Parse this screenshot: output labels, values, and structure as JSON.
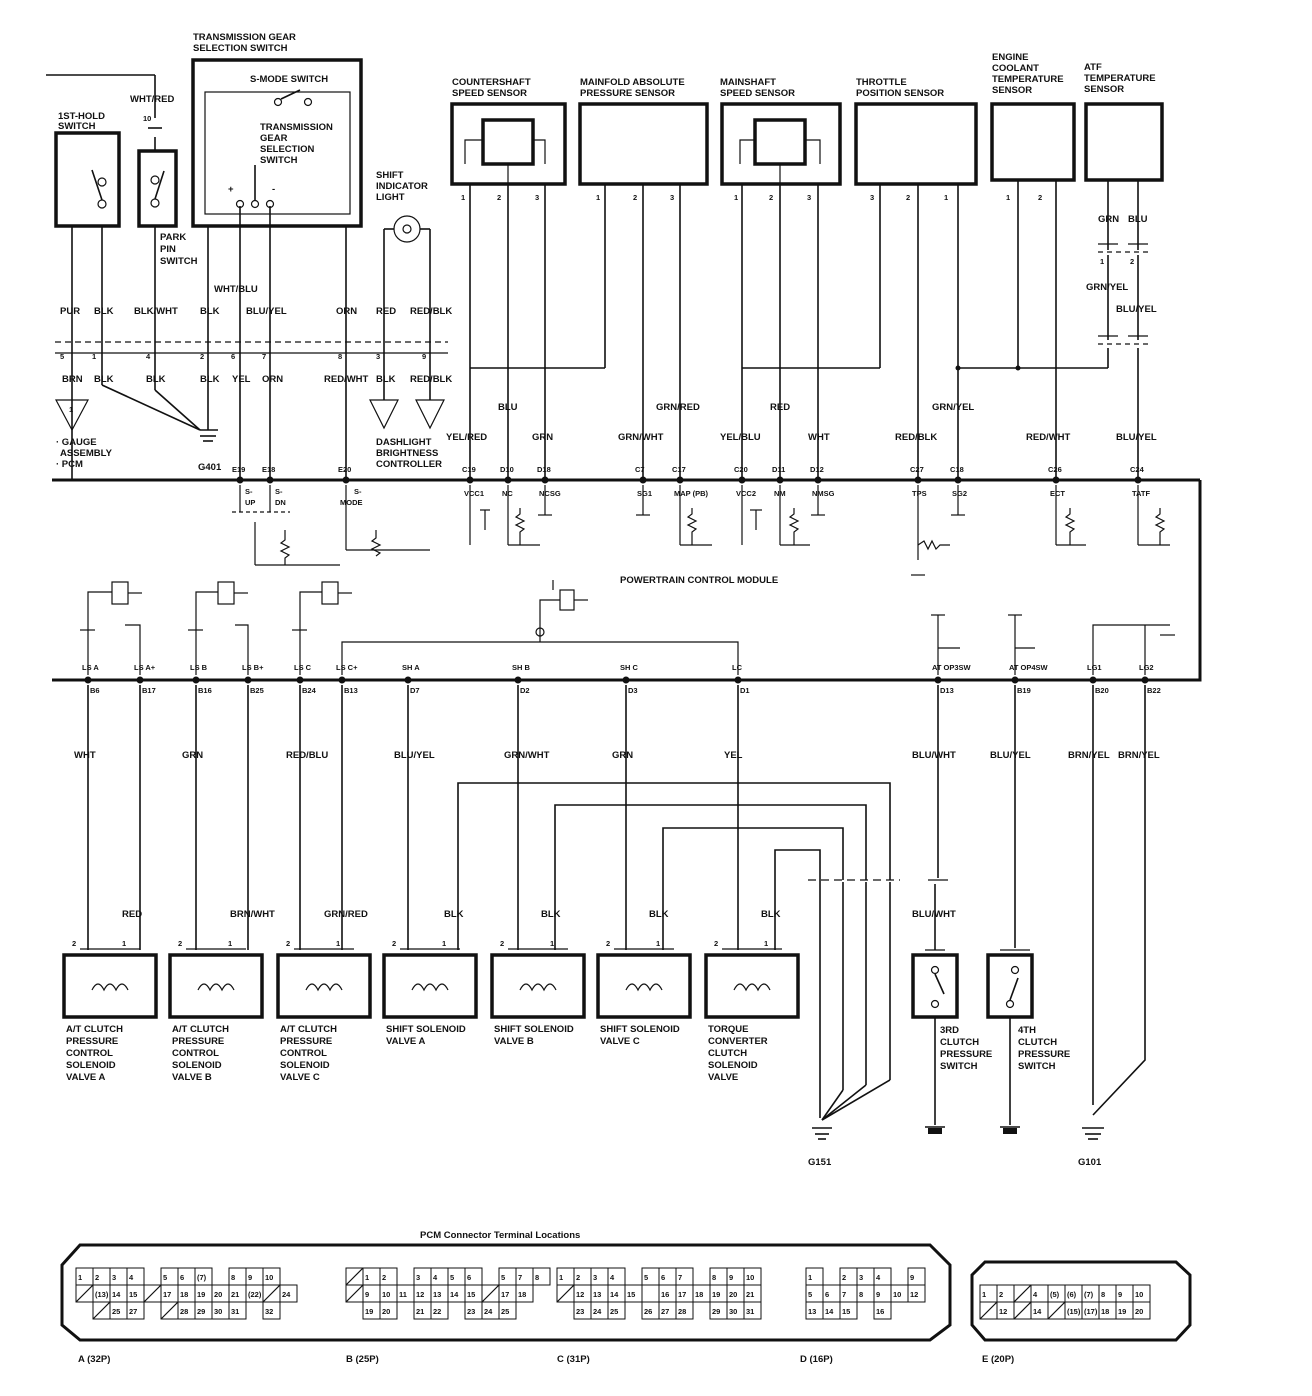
{
  "components": {
    "tgs_title": [
      "TRANSMISSION GEAR",
      "SELECTION SWITCH"
    ],
    "s_mode_switch": "S-MODE SWITCH",
    "tgs_inner": [
      "TRANSMISSION",
      "GEAR",
      "SELECTION",
      "SWITCH"
    ],
    "first_hold": [
      "1ST-HOLD",
      "SWITCH"
    ],
    "park_pin": [
      "PARK",
      "PIN",
      "SWITCH"
    ],
    "shift_light": [
      "SHIFT",
      "INDICATOR",
      "LIGHT"
    ],
    "countershaft": [
      "COUNTERSHAFT",
      "SPEED SENSOR"
    ],
    "map": [
      "MAINFOLD ABSOLUTE",
      "PRESSURE SENSOR"
    ],
    "mainshaft": [
      "MAINSHAFT",
      "SPEED SENSOR"
    ],
    "tps": [
      "THROTTLE",
      "POSITION SENSOR"
    ],
    "ect": [
      "ENGINE",
      "COOLANT",
      "TEMPERATURE",
      "SENSOR"
    ],
    "atf": [
      "ATF",
      "TEMPERATURE",
      "SENSOR"
    ],
    "gauge": [
      "· GAUGE",
      "ASSEMBLY",
      "· PCM"
    ],
    "dashlight": [
      "DASHLIGHT",
      "BRIGHTNESS",
      "CONTROLLER"
    ],
    "pcm": "POWERTRAIN CONTROL MODULE",
    "sol_lsa": [
      "A/T CLUTCH",
      "PRESSURE",
      "CONTROL",
      "SOLENOID",
      "VALVE A"
    ],
    "sol_lsb": [
      "A/T CLUTCH",
      "PRESSURE",
      "CONTROL",
      "SOLENOID",
      "VALVE B"
    ],
    "sol_lsc": [
      "A/T CLUTCH",
      "PRESSURE",
      "CONTROL",
      "SOLENOID",
      "VALVE C"
    ],
    "sol_sha": [
      "SHIFT SOLENOID",
      "VALVE A"
    ],
    "sol_shb": [
      "SHIFT SOLENOID",
      "VALVE B"
    ],
    "sol_shc": [
      "SHIFT SOLENOID",
      "VALVE C"
    ],
    "sol_lc": [
      "TORQUE",
      "CONVERTER",
      "CLUTCH",
      "SOLENOID",
      "VALVE"
    ],
    "sw_3rd": [
      "3RD",
      "CLUTCH",
      "PRESSURE",
      "SWITCH"
    ],
    "sw_4th": [
      "4TH",
      "CLUTCH",
      "PRESSURE",
      "SWITCH"
    ],
    "grounds": {
      "g401": "G401",
      "g151": "G151",
      "g101": "G101"
    },
    "gauge_num": "1"
  },
  "wires_top": {
    "wht_red": "WHT/RED",
    "wht_blu": "WHT/BLU",
    "upper": [
      "PUR",
      "BLK",
      "BLK/WHT",
      "BLK",
      "BLU/YEL",
      "ORN",
      "RED",
      "RED/BLK"
    ],
    "lower": [
      "BRN",
      "BLK",
      "BLK",
      "BLK",
      "YEL",
      "ORN",
      "RED/WHT",
      "BLK",
      "RED/BLK"
    ],
    "conn_pins": [
      "5",
      "1",
      "4",
      "2",
      "6",
      "7",
      "8",
      "3",
      "9"
    ],
    "sensor_wires": [
      "YEL/RED",
      "BLU",
      "GRN",
      "GRN/WHT",
      "GRN/RED",
      "YEL/BLU",
      "RED",
      "WHT",
      "RED/BLK",
      "GRN/YEL",
      "RED/WHT",
      "BLU/YEL"
    ],
    "atf_wires": [
      "GRN",
      "BLU",
      "GRN/YEL",
      "BLU/YEL"
    ]
  },
  "pcm_top_terms": [
    {
      "pin": "E19",
      "sig": "S-UP"
    },
    {
      "pin": "E18",
      "sig": "S-DN"
    },
    {
      "pin": "E20",
      "sig": "S-MODE"
    },
    {
      "pin": "C19",
      "sig": "VCC1"
    },
    {
      "pin": "D10",
      "sig": "NC"
    },
    {
      "pin": "D18",
      "sig": "NCSG"
    },
    {
      "pin": "C7",
      "sig": "SG1"
    },
    {
      "pin": "C17",
      "sig": "MAP (PB)"
    },
    {
      "pin": "C20",
      "sig": "VCC2"
    },
    {
      "pin": "D11",
      "sig": "NM"
    },
    {
      "pin": "D12",
      "sig": "NMSG"
    },
    {
      "pin": "C27",
      "sig": "TPS"
    },
    {
      "pin": "C18",
      "sig": "SG2"
    },
    {
      "pin": "C26",
      "sig": "ECT"
    },
    {
      "pin": "C24",
      "sig": "TATF"
    }
  ],
  "pcm_bot_terms": [
    {
      "sig": "LS A",
      "pin": "B6",
      "wire": "WHT"
    },
    {
      "sig": "LS A+",
      "pin": "B17",
      "wire": "RED"
    },
    {
      "sig": "LS B",
      "pin": "B16",
      "wire": "GRN"
    },
    {
      "sig": "LS B+",
      "pin": "B25",
      "wire": "BRN/WHT"
    },
    {
      "sig": "LS C",
      "pin": "B24",
      "wire": "RED/BLU"
    },
    {
      "sig": "LS C+",
      "pin": "B13",
      "wire": "GRN/RED"
    },
    {
      "sig": "SH A",
      "pin": "D7",
      "wire": "BLU/YEL"
    },
    {
      "sig": "SH B",
      "pin": "D2",
      "wire": "GRN/WHT"
    },
    {
      "sig": "SH C",
      "pin": "D3",
      "wire": "GRN"
    },
    {
      "sig": "LC",
      "pin": "D1",
      "wire": "YEL"
    },
    {
      "sig": "AT OP3SW",
      "pin": "D13",
      "wire": "BLU/WHT"
    },
    {
      "sig": "AT OP4SW",
      "pin": "B19",
      "wire": "BLU/YEL"
    },
    {
      "sig": "LG1",
      "pin": "B20",
      "wire": "BRN/YEL"
    },
    {
      "sig": "LG2",
      "pin": "B22",
      "wire": "BRN/YEL"
    }
  ],
  "blk_label": "BLK",
  "sw_wire": "BLU/WHT",
  "connector_title": "PCM Connector Terminal Locations",
  "connectors": [
    {
      "name": "A (32P)",
      "rows": [
        [
          "1",
          "2",
          "3",
          "4",
          "",
          "5",
          "6",
          "(7)",
          "",
          "8",
          "9",
          "10"
        ],
        [
          "/",
          "(13)",
          "14",
          "15",
          "/",
          "17",
          "18",
          "19",
          "20",
          "21",
          "(22)",
          "/",
          "24"
        ],
        [
          "",
          "/",
          "25",
          "27",
          "",
          "/",
          "28",
          "29",
          "30",
          "31",
          "",
          "32"
        ]
      ]
    },
    {
      "name": "B (25P)",
      "rows": [
        [
          "/",
          "1",
          "2",
          "",
          "3",
          "4",
          "5",
          "6",
          "",
          "5",
          "7",
          "8"
        ],
        [
          "/",
          "9",
          "10",
          "11",
          "12",
          "13",
          "14",
          "15",
          "/",
          "17",
          "18"
        ],
        [
          "",
          "19",
          "20",
          "",
          "21",
          "22",
          "",
          "23",
          "24",
          "25"
        ]
      ]
    },
    {
      "name": "C (31P)",
      "rows": [
        [
          "1",
          "2",
          "3",
          "4",
          "",
          "5",
          "6",
          "7",
          "",
          "8",
          "9",
          "10"
        ],
        [
          "/",
          "12",
          "13",
          "14",
          "15",
          "",
          "16",
          "17",
          "18",
          "19",
          "20",
          "21"
        ],
        [
          "",
          "23",
          "24",
          "25",
          "",
          "26",
          "27",
          "28",
          "",
          "29",
          "30",
          "31"
        ]
      ]
    },
    {
      "name": "D (16P)",
      "rows": [
        [
          "1",
          "",
          "2",
          "3",
          "4",
          "",
          "9"
        ],
        [
          "5",
          "6",
          "7",
          "8",
          "9",
          "10",
          "12"
        ],
        [
          "13",
          "14",
          "15",
          "",
          "16",
          ""
        ]
      ]
    },
    {
      "name": "E (20P)",
      "rows": [
        [
          "1",
          "2",
          "/",
          "4",
          "(5)",
          "(6)",
          "(7)",
          "8",
          "9",
          "10"
        ],
        [
          "/",
          "12",
          "/",
          "14",
          "/",
          "(15)",
          "(17)",
          "18",
          "19",
          "20"
        ]
      ]
    }
  ]
}
